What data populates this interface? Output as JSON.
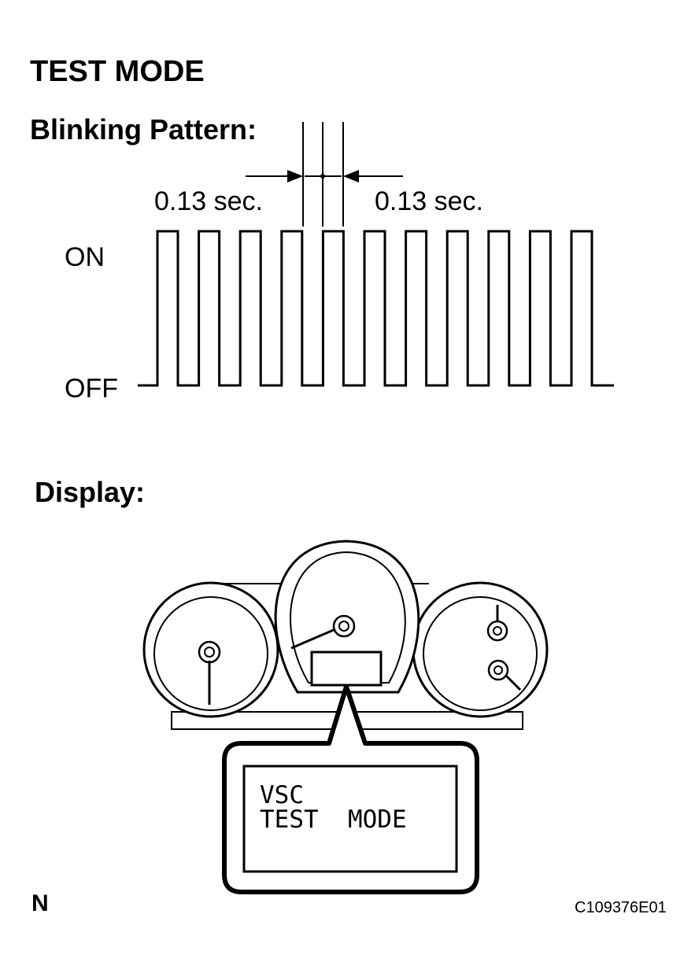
{
  "title": "TEST MODE",
  "blink_heading": "Blinking Pattern:",
  "interval_left": "0.13 sec.",
  "interval_right": "0.13 sec.",
  "level_on": "ON",
  "level_off": "OFF",
  "pulse_count": 11,
  "display_heading": "Display:",
  "display_line1": "VSC",
  "display_line2": "TEST  MODE",
  "corner_mark": "N",
  "figure_id": "C109376E01"
}
